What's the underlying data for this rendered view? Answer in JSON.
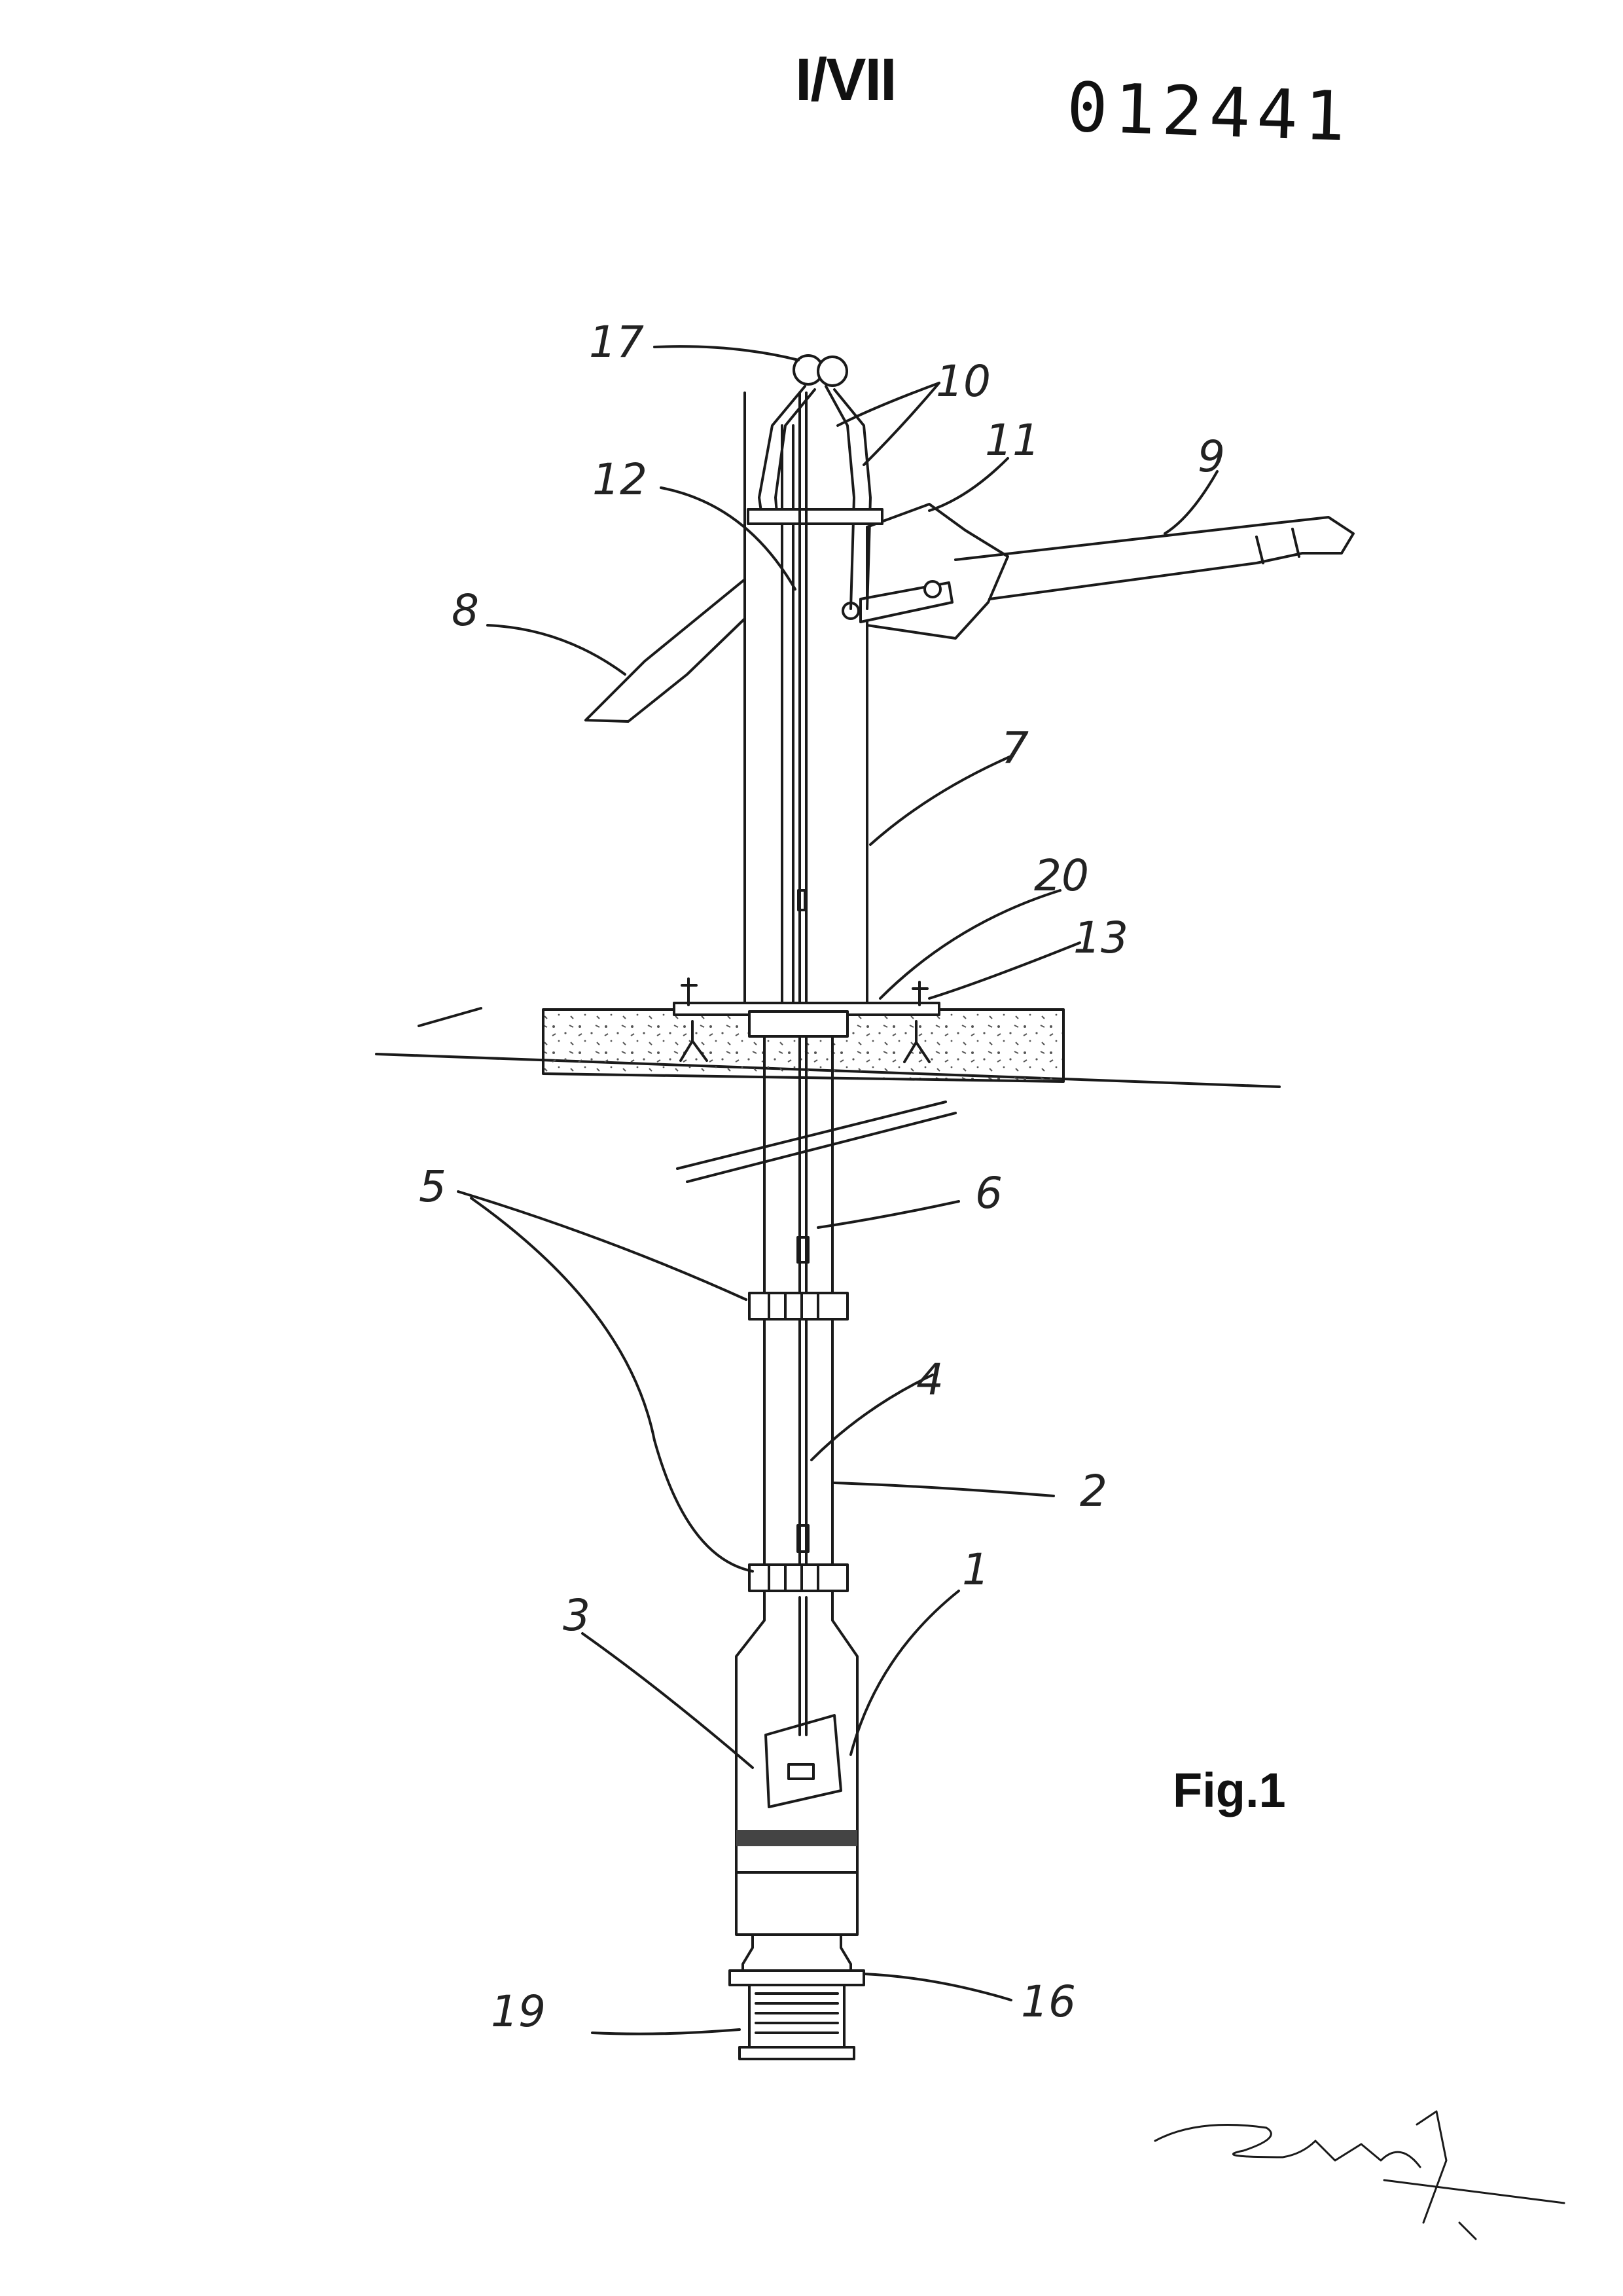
{
  "header": {
    "sheet_number": "I/VII",
    "document_number": "012441"
  },
  "figure": {
    "caption": "Fig.1"
  },
  "reference_numerals": {
    "r1": "1",
    "r2": "2",
    "r3": "3",
    "r4": "4",
    "r5": "5",
    "r6": "6",
    "r7": "7",
    "r8": "8",
    "r9": "9",
    "r10": "10",
    "r11": "11",
    "r12": "12",
    "r13": "13",
    "r16": "16",
    "r17": "17",
    "r19": "19",
    "r20": "20"
  },
  "icons": {
    "signature": "handwritten-signature"
  }
}
